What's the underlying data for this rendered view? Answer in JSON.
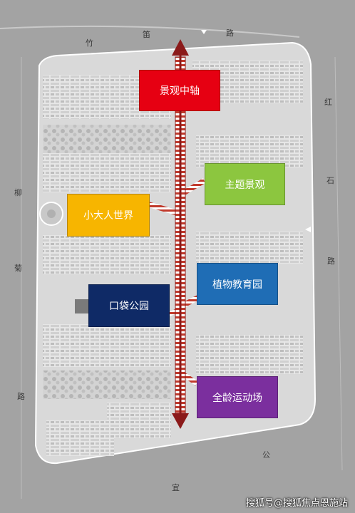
{
  "roads": {
    "north": [
      "竹",
      "笛",
      "路"
    ],
    "west": [
      "柳",
      "菊",
      "路"
    ],
    "east": [
      "红",
      "石",
      "路"
    ],
    "south": [
      "公",
      "宜"
    ]
  },
  "zones": {
    "central_axis": {
      "label": "景观中轴",
      "color": "#e60012"
    },
    "theme_landscape": {
      "label": "主题景观",
      "color": "#8cc63f"
    },
    "kids_world": {
      "label": "小大人世界",
      "color": "#f7b500"
    },
    "plant_garden": {
      "label": "植物教育园",
      "color": "#1f6db5"
    },
    "pocket_park": {
      "label": "口袋公园",
      "color": "#0f2a66"
    },
    "all_age_sports": {
      "label": "全龄运动场",
      "color": "#7b2f9e"
    }
  },
  "watermark": "搜狐号@搜狐焦点恩施站",
  "colors": {
    "axis_arrow": "#8b1a1a",
    "road": "#9a9a9a",
    "site": "#d8d8d8"
  }
}
